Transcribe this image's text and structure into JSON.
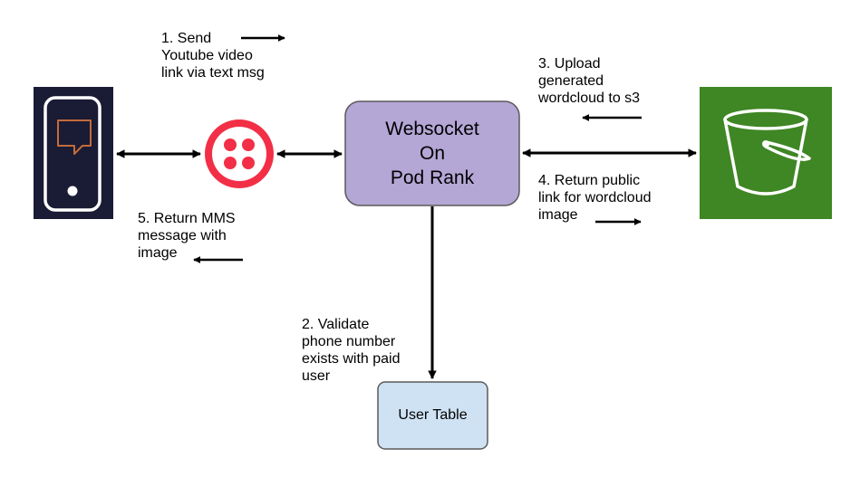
{
  "nodes": {
    "phone": {
      "name": "Phone"
    },
    "twilio": {
      "name": "Twilio"
    },
    "websocket": {
      "label": "Websocket\nOn\nPod Rank"
    },
    "s3_bucket": {
      "name": "S3 Bucket"
    },
    "user_table": {
      "label": "User Table"
    }
  },
  "steps": {
    "step1": "1. Send\nYoutube video\nlink via text msg",
    "step2": "2. Validate\nphone number\nexists with paid\nuser",
    "step3": "3. Upload\ngenerated\nwordcloud to s3",
    "step4": "4. Return public\nlink for wordcloud\nimage",
    "step5": "5. Return MMS\nmessage with\nimage"
  },
  "colors": {
    "phone_bg": "#1a1b34",
    "phone_outline": "#ffffff",
    "chat_icon": "#c46b3b",
    "twilio_red": "#f22f46",
    "websocket_fill": "#b4a7d6",
    "websocket_stroke": "#5a5a5a",
    "s3_green": "#3f8624",
    "user_table_fill": "#cfe2f3",
    "arrow": "#000000"
  }
}
